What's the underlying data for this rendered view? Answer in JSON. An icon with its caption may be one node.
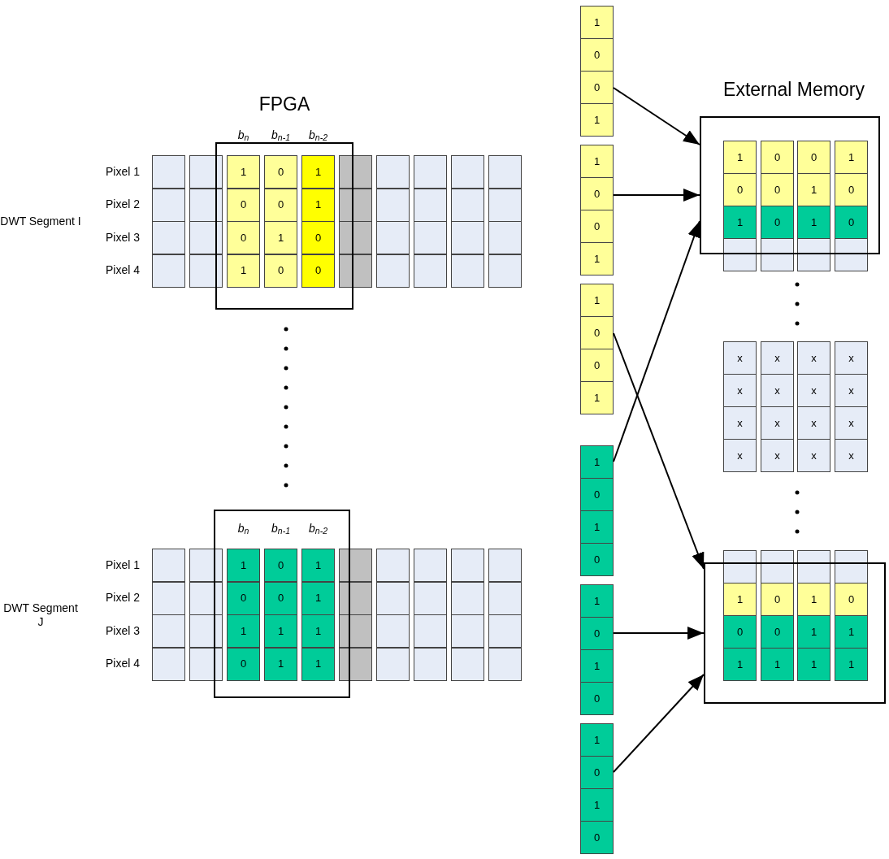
{
  "diagram": {
    "nodes": [
      {
        "text": [
          "1",
          "0",
          "0",
          "1"
        ]
      },
      {
        "text": [
          "1",
          "0",
          "0",
          "1"
        ]
      },
      {
        "text": [
          "1",
          "0",
          "0",
          "1"
        ]
      },
      {
        "text": [
          "1",
          "0",
          "1",
          "0"
        ]
      },
      {
        "text": [
          "1",
          "0",
          "1",
          "0"
        ]
      },
      {
        "text": [
          "1",
          "0",
          "1",
          "0"
        ]
      },
      {
        "text": [],
        "shape": "box"
      },
      {
        "text": [],
        "shape": "box"
      }
    ],
    "edges": [
      {
        "from": 0,
        "to": 6,
        "arrow": "to"
      },
      {
        "from": 1,
        "to": 6,
        "arrow": "to"
      },
      {
        "from": 2,
        "to": 7,
        "arrow": "to"
      },
      {
        "from": 3,
        "to": 6,
        "arrow": "to"
      },
      {
        "from": 4,
        "to": 7,
        "arrow": "to"
      },
      {
        "from": 5,
        "to": 7,
        "arrow": "to"
      }
    ],
    "labels": [
      "FPGA",
      "b$_{n}$",
      "b$_{n-1}$",
      "b$_{n-2}$",
      "DWT Segment I",
      "Pixel 1",
      "1",
      "0",
      "1",
      "Pixel 2",
      "0",
      "0",
      "1",
      "Pixel 3",
      "0",
      "1",
      "0",
      "Pixel 4",
      "1",
      "0",
      "0",
      "b$_{n}$",
      "b$_{n-1}$",
      "b$_{n-2}$",
      "DWT Segment J",
      "Pixel 1",
      "1",
      "0",
      "1",
      "Pixel 2",
      "0",
      "0",
      "1",
      "Pixel 3",
      "1",
      "1",
      "1",
      "Pixel 4",
      "0",
      "1",
      "1",
      "External Memory",
      "1",
      "0",
      "0",
      "1",
      "0",
      "0",
      "1",
      "0",
      "1",
      "0",
      "1",
      "0",
      "x",
      "x",
      "x",
      "x",
      "x",
      "x",
      "x",
      "x",
      "x",
      "x",
      "x",
      "x",
      "x",
      "x",
      "x",
      "x",
      "1",
      "0",
      "1",
      "0",
      "0",
      "0",
      "1",
      "1",
      "1",
      "1",
      "1",
      "1"
    ]
  }
}
